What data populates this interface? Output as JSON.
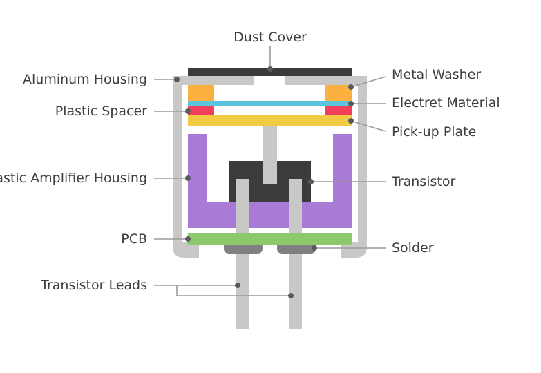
{
  "labels": {
    "dust_cover": "Dust Cover",
    "aluminum_housing": "Aluminum Housing",
    "plastic_spacer": "Plastic Spacer",
    "amplifier_housing": "Plastic Amplifier Housing",
    "pcb": "PCB",
    "transistor_leads": "Transistor Leads",
    "metal_washer": "Metal Washer",
    "electret_material": "Electret Material",
    "pickup_plate": "Pick-up Plate",
    "transistor": "Transistor",
    "solder": "Solder"
  },
  "colors": {
    "housing": "#c8c8c6",
    "dust_cover": "#3b3b3b",
    "washer": "#fbb040",
    "electret": "#5bc4dc",
    "spacer": "#f0405a",
    "pickup_plate": "#f2cb45",
    "amplifier_housing": "#a87bd6",
    "transistor": "#3b3b3b",
    "pcb": "#8cc96b",
    "solder": "#808080"
  }
}
